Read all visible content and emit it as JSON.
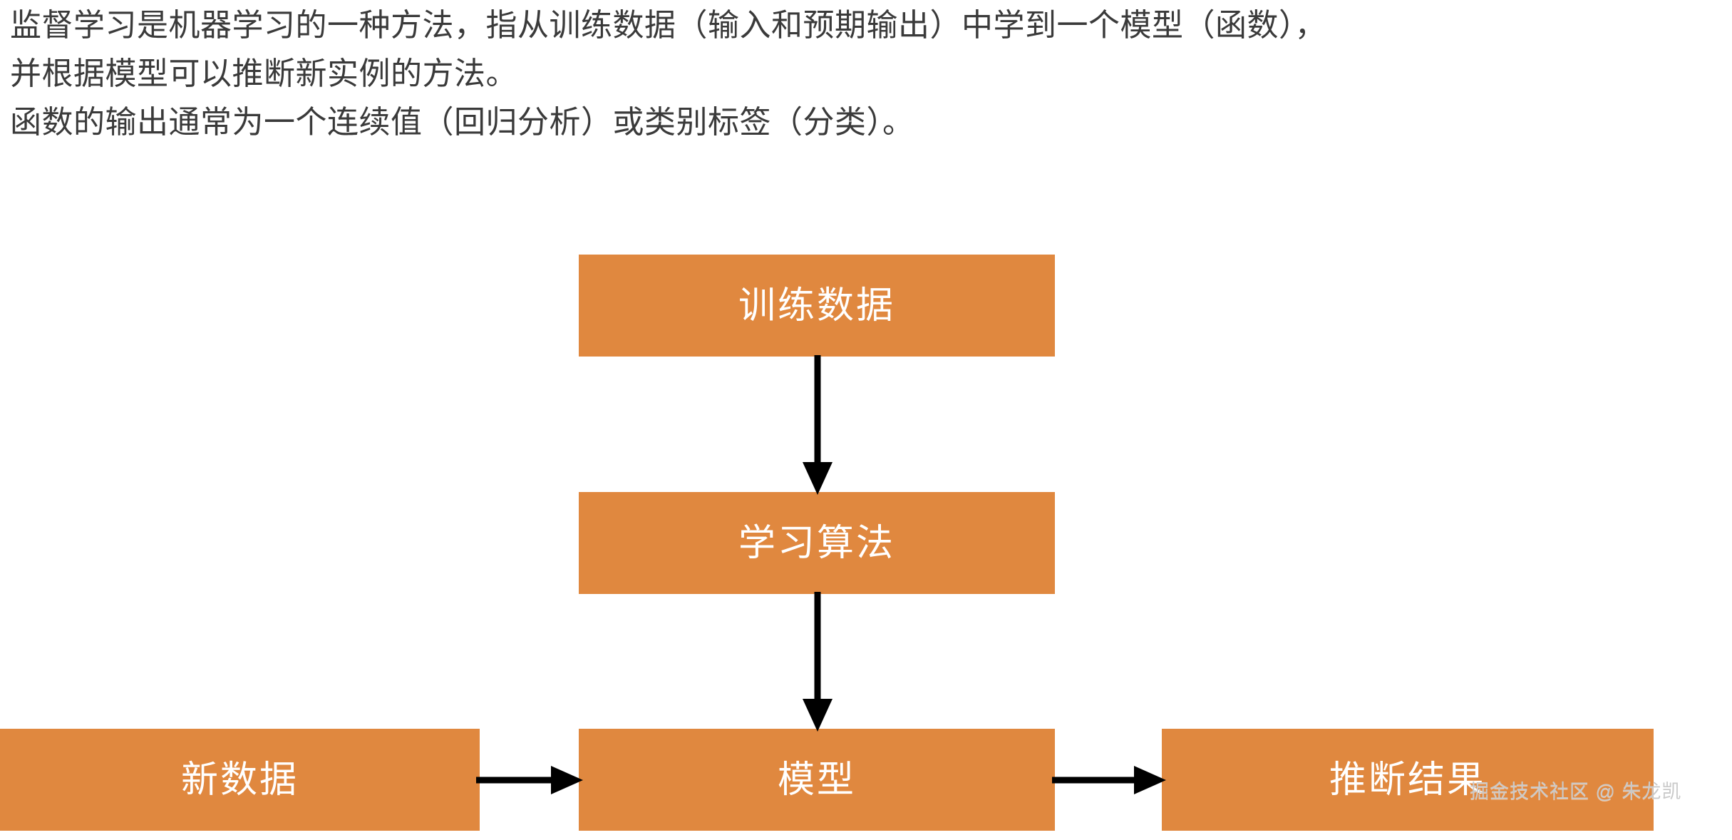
{
  "document": {
    "paragraph_lines": [
      "监督学习是机器学习的一种方法，指从训练数据（输入和预期输出）中学到一个模型（函数），",
      "并根据模型可以推断新实例的方法。",
      "函数的输出通常为一个连续值（回归分析）或类别标签（分类）。"
    ]
  },
  "diagram": {
    "type": "flowchart",
    "node_fill_color": "#e0883f",
    "node_text_color": "#ffffff",
    "arrow_color": "#000000",
    "nodes": [
      {
        "id": "training-data",
        "label": "训练数据"
      },
      {
        "id": "learning-algorithm",
        "label": "学习算法"
      },
      {
        "id": "new-data",
        "label": "新数据"
      },
      {
        "id": "model",
        "label": "模型"
      },
      {
        "id": "inference-result",
        "label": "推断结果"
      }
    ],
    "edges": [
      {
        "from": "training-data",
        "to": "learning-algorithm",
        "direction": "down"
      },
      {
        "from": "learning-algorithm",
        "to": "model",
        "direction": "down"
      },
      {
        "from": "new-data",
        "to": "model",
        "direction": "right"
      },
      {
        "from": "model",
        "to": "inference-result",
        "direction": "right"
      }
    ]
  },
  "watermark": {
    "text": "掘金技术社区 @ 朱龙凯"
  }
}
